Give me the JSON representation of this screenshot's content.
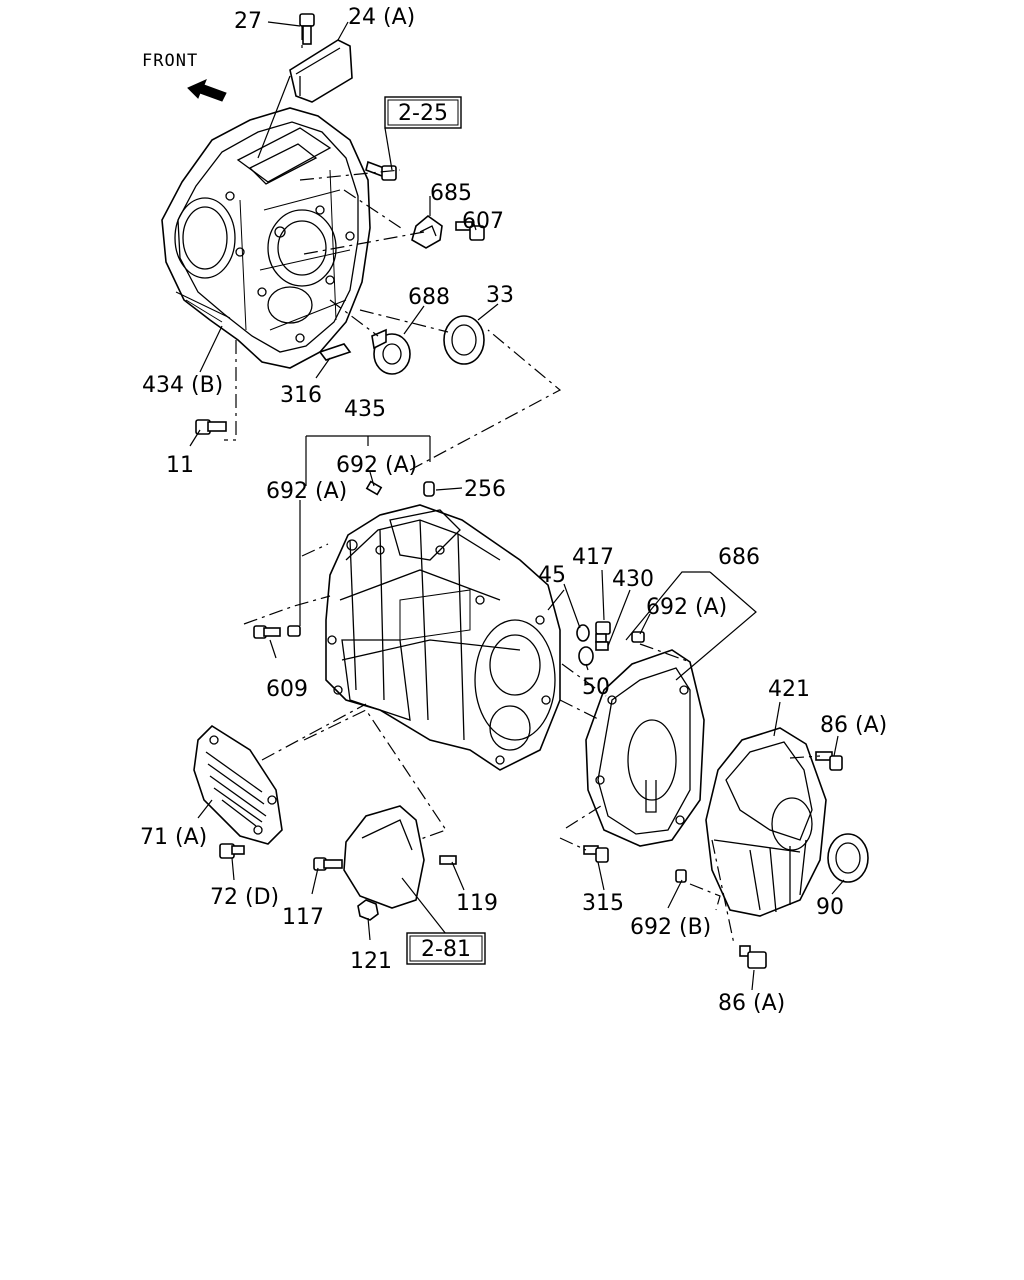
{
  "diagram": {
    "direction_label": "FRONT",
    "ref_boxes": [
      "2-25",
      "2-81"
    ],
    "part_numbers": [
      "27",
      "24 (A)",
      "685",
      "607",
      "688",
      "33",
      "434 (B)",
      "316",
      "11",
      "435",
      "692 (A)",
      "692 (A)",
      "256",
      "686",
      "417",
      "45",
      "430",
      "692 (A)",
      "50",
      "609",
      "421",
      "86 (A)",
      "71 (A)",
      "72 (D)",
      "117",
      "119",
      "121",
      "315",
      "692 (B)",
      "90",
      "86 (A)"
    ]
  }
}
